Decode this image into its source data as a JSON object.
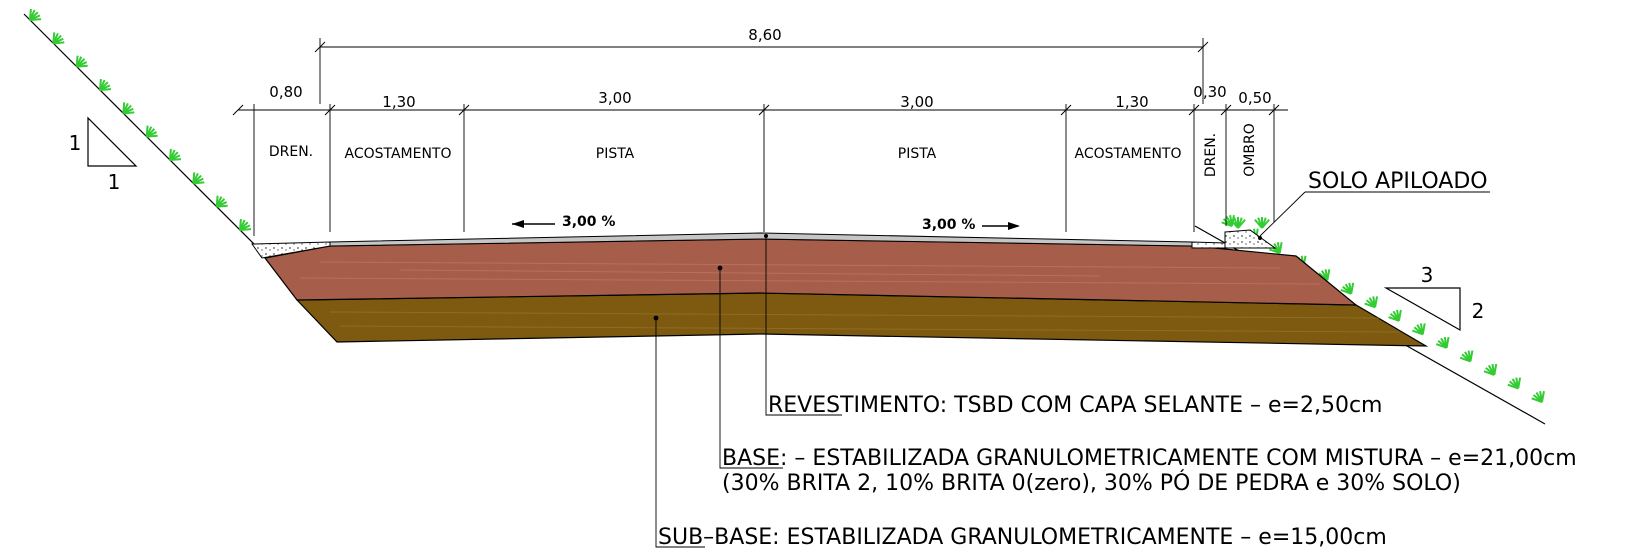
{
  "dimensions": {
    "total": "8,60",
    "dren_left": "0,80",
    "acost_left": "1,30",
    "pista_left": "3,00",
    "pista_right": "3,00",
    "acost_right": "1,30",
    "dren_right": "0,30",
    "ombro": "0,50"
  },
  "zones": {
    "dren_left": "DREN.",
    "acost_left": "ACOSTAMENTO",
    "pista_left": "PISTA",
    "pista_right": "PISTA",
    "acost_right": "ACOSTAMENTO",
    "dren_right": "DREN.",
    "ombro": "OMBRO"
  },
  "slopes": {
    "left": "3,00 %",
    "right": "3,00 %"
  },
  "ratios": {
    "left": {
      "vertical": "1",
      "horizontal": "1"
    },
    "right": {
      "vertical": "2",
      "horizontal": "3"
    }
  },
  "annotations": {
    "solo": "SOLO APILOADO",
    "revestimento_key": "REVESTIMENTO",
    "revestimento_rest": ": TSBD COM CAPA SELANTE – e=2,50cm",
    "base_key": "BASE",
    "base_rest": ": – ESTABILIZADA GRANULOMETRICAMENTE COM MISTURA – e=21,00cm",
    "base_line2": "(30% BRITA 2, 10% BRITA 0(zero), 30% PÓ DE PEDRA e 30% SOLO)",
    "subbase_key": "SUB",
    "subbase_rest": "–BASE: ESTABILIZADA GRANULOMETRICAMENTE – e=15,00cm"
  },
  "colors": {
    "base": "#a65e4a",
    "subbase": "#7d5a10",
    "revestimento": "#c6c6c6",
    "grass": "#33cc33"
  }
}
